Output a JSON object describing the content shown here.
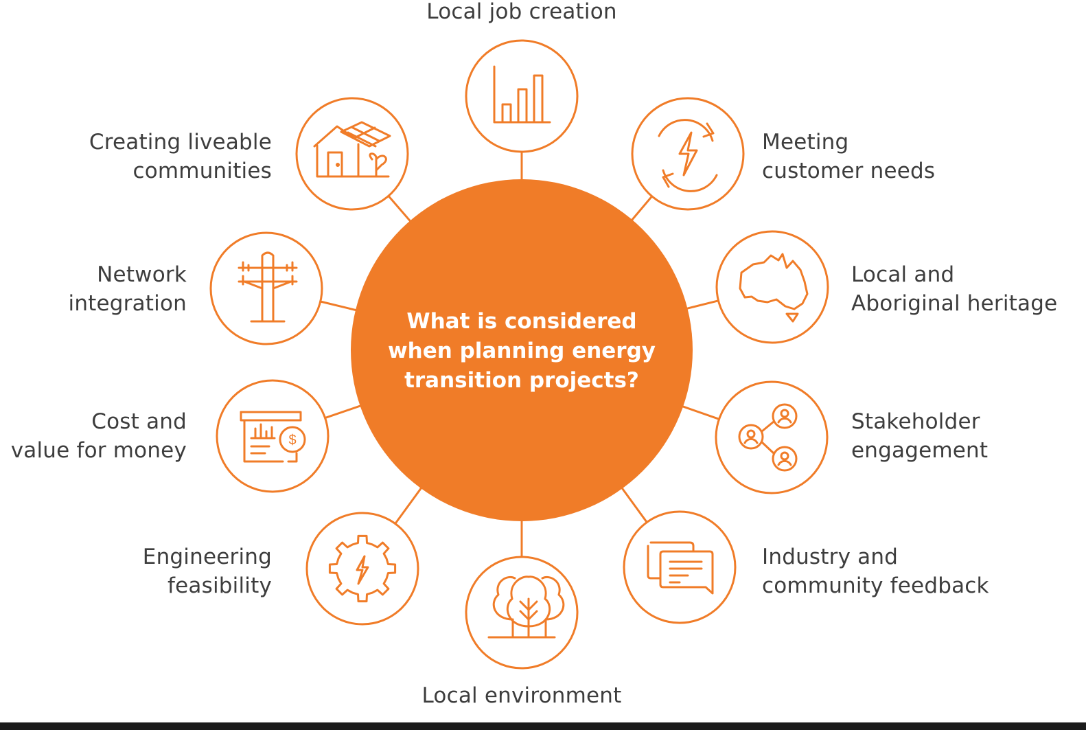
{
  "diagram": {
    "center_title_lines": [
      "What is considered",
      "when planning energy",
      "transition projects?"
    ],
    "nodes": [
      {
        "id": "local-job-creation",
        "icon": "bar-chart-icon",
        "label_lines": [
          "Local job creation"
        ]
      },
      {
        "id": "meeting-customer-needs",
        "icon": "lightning-cycle-icon",
        "label_lines": [
          "Meeting",
          "customer needs"
        ]
      },
      {
        "id": "local-and-aboriginal-heritage",
        "icon": "australia-map-icon",
        "label_lines": [
          "Local and",
          "Aboriginal heritage"
        ]
      },
      {
        "id": "stakeholder-engagement",
        "icon": "connected-people-icon",
        "label_lines": [
          "Stakeholder",
          "engagement"
        ]
      },
      {
        "id": "industry-and-community-feedback",
        "icon": "chat-bubbles-icon",
        "label_lines": [
          "Industry and",
          "community feedback"
        ]
      },
      {
        "id": "local-environment",
        "icon": "trees-icon",
        "label_lines": [
          "Local environment"
        ]
      },
      {
        "id": "engineering-feasibility",
        "icon": "gear-lightning-icon",
        "label_lines": [
          "Engineering",
          "feasibility"
        ]
      },
      {
        "id": "cost-and-value-for-money",
        "icon": "invoice-dollar-icon",
        "label_lines": [
          "Cost and",
          "value for money"
        ]
      },
      {
        "id": "network-integration",
        "icon": "power-pole-icon",
        "label_lines": [
          "Network",
          "integration"
        ]
      },
      {
        "id": "creating-liveable-communities",
        "icon": "solar-house-icon",
        "label_lines": [
          "Creating liveable",
          "communities"
        ]
      }
    ]
  },
  "colors": {
    "accent": "#f07c28",
    "text": "#3d3d3d",
    "hub_text": "#ffffff",
    "background": "#ffffff"
  }
}
